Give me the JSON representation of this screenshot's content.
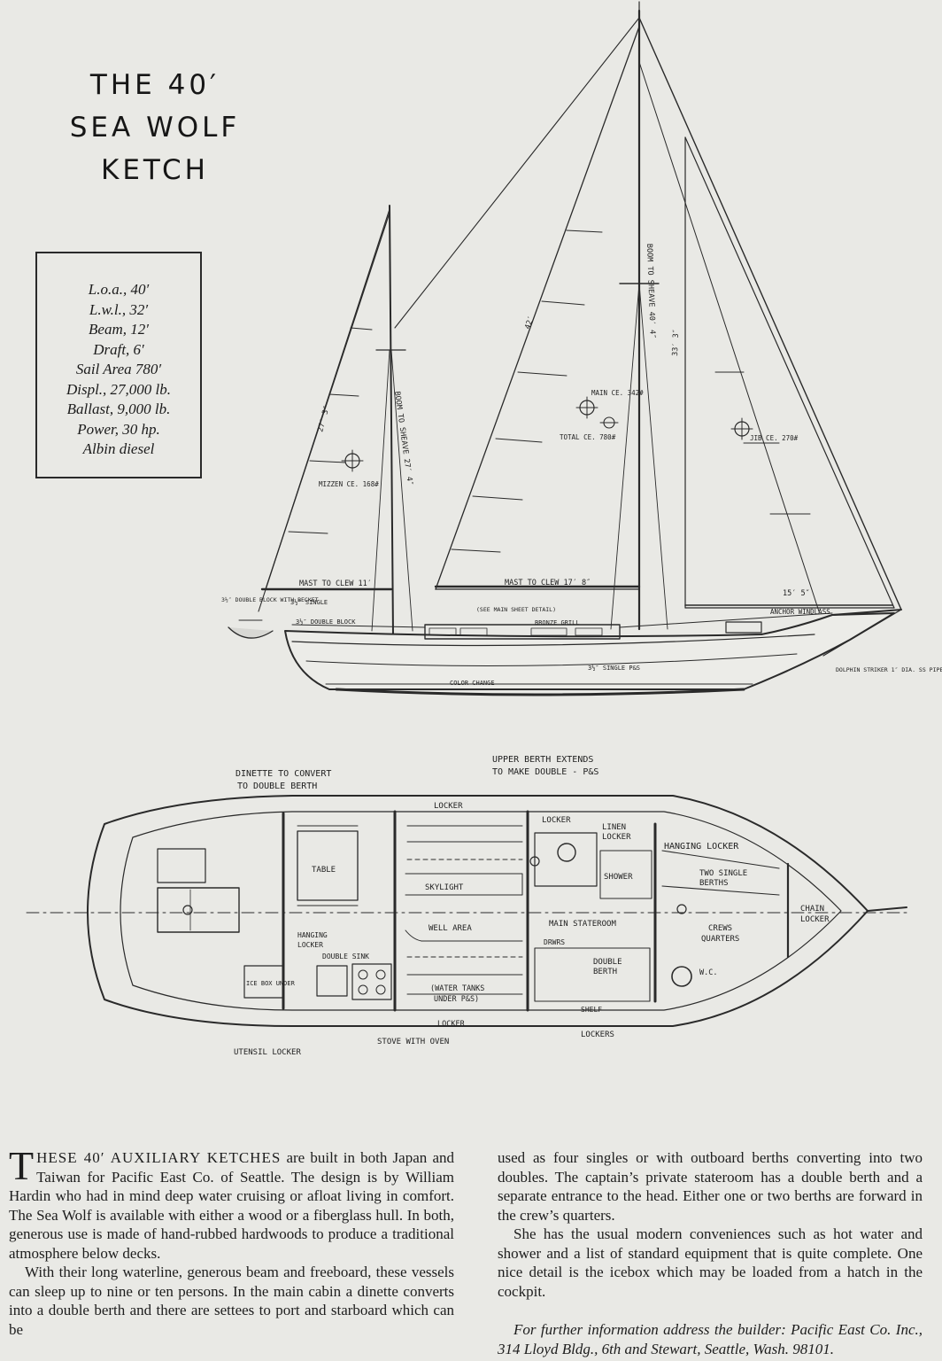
{
  "title": {
    "line1": "THE 40′",
    "line2": "SEA WOLF",
    "line3": "KETCH"
  },
  "specs": [
    "L.o.a., 40′",
    "L.w.l., 32′",
    "Beam, 12′",
    "Draft, 6′",
    "Sail Area 780′",
    "Displ., 27,000 lb.",
    "Ballast, 9,000 lb.",
    "Power, 30 hp.",
    "Albin diesel"
  ],
  "sail_plan_labels": {
    "mast_to_clew_mizzen": "MAST TO CLEW 11′",
    "mast_to_clew_main": "MAST TO CLEW 17′ 8″",
    "boom_to_sheave_mizzen": "BOOM TO SHEAVE 27′ 4″",
    "boom_to_sheave_main": "BOOM TO SHEAVE 40′ 4″",
    "mizzen_luff": "27′ 3″",
    "main_luff": "42′",
    "jib_stay": "33′ 3″",
    "foot_jib": "15′ 5″",
    "mizzen_ce": "MIZZEN CE. 168#",
    "main_ce": "MAIN CE. 342#",
    "total_ce": "TOTAL CE. 780#",
    "jib_ce": "JIB CE. 270#",
    "double_block_becket": "3½″ DOUBLE BLOCK WITH BECKET",
    "single_block": "3½″ SINGLE",
    "double_block": "3½″ DOUBLE BLOCK",
    "main_sheet_detail": "(SEE MAIN SHEET DETAIL)",
    "bronze_grill": "BRONZE GRILL",
    "anchor_windlass": "ANCHOR WINDLASS",
    "single_ps": "3½″ SINGLE P&S",
    "color_change": "COLOR CHANGE",
    "dolphin_striker": "DOLPHIN STRIKER 1″ DIA. SS PIPE"
  },
  "plan_labels": {
    "dinette": "DINETTE TO CONVERT",
    "dinette2": "TO DOUBLE BERTH",
    "upper_berth": "UPPER BERTH EXTENDS",
    "upper_berth2": "TO MAKE DOUBLE - P&S",
    "locker_top": "LOCKER",
    "locker_head": "LOCKER",
    "linen_locker": "LINEN",
    "linen_locker2": "LOCKER",
    "hanging_locker_fwd": "HANGING LOCKER",
    "two_single_berths": "TWO SINGLE",
    "two_single_berths2": "BERTHS",
    "table": "TABLE",
    "skylight": "SKYLIGHT",
    "shower": "SHOWER",
    "chain_locker": "CHAIN",
    "chain_locker2": "LOCKER",
    "hanging_locker_aft": "HANGING",
    "hanging_locker_aft2": "LOCKER",
    "well_area": "WELL AREA",
    "main_stateroom": "MAIN STATEROOM",
    "crews_quarters": "CREWS",
    "crews_quarters2": "QUARTERS",
    "double_sink": "DOUBLE SINK",
    "drwrs": "DRWRS",
    "double_berth": "DOUBLE",
    "double_berth2": "BERTH",
    "ice_box": "ICE BOX UNDER",
    "water_tanks": "(WATER TANKS",
    "water_tanks2": "UNDER P&S)",
    "wc": "W.C.",
    "shelf": "SHELF",
    "locker_bottom": "LOCKER",
    "lockers": "LOCKERS",
    "utensil_locker": "UTENSIL LOCKER",
    "stove": "STOVE WITH OVEN"
  },
  "article": {
    "dropcap": "T",
    "lead_smallcaps": "HESE 40′ AUXILIARY KETCHES",
    "p1_rest": " are built in both Japan and Taiwan for Pacific East Co. of Seattle. The design is by William Hardin who had in mind deep water cruising or afloat living in comfort. The Sea Wolf is available with either a wood or a fiberglass hull. In both, generous use is made of hand-rubbed hardwoods to produce a traditional atmosphere below decks.",
    "p2": "With their long waterline, generous beam and freeboard, these vessels can sleep up to nine or ten persons. In the main cabin a dinette converts into a double berth and there are settees to port and starboard which can be",
    "p3": "used as four singles or with outboard berths converting into two doubles. The captain’s private stateroom has a double berth and a separate entrance to the head. Either one or two berths are forward in the crew’s quarters.",
    "p4": "She has the usual modern conveniences such as hot water and shower and a list of standard equipment that is quite complete. One nice detail is the icebox which may be loaded from a hatch in the cockpit.",
    "footer": "For further information address the builder: Pacific East Co. Inc., 314 Lloyd Bldg., 6th and Stewart, Seattle, Wash. 98101."
  }
}
